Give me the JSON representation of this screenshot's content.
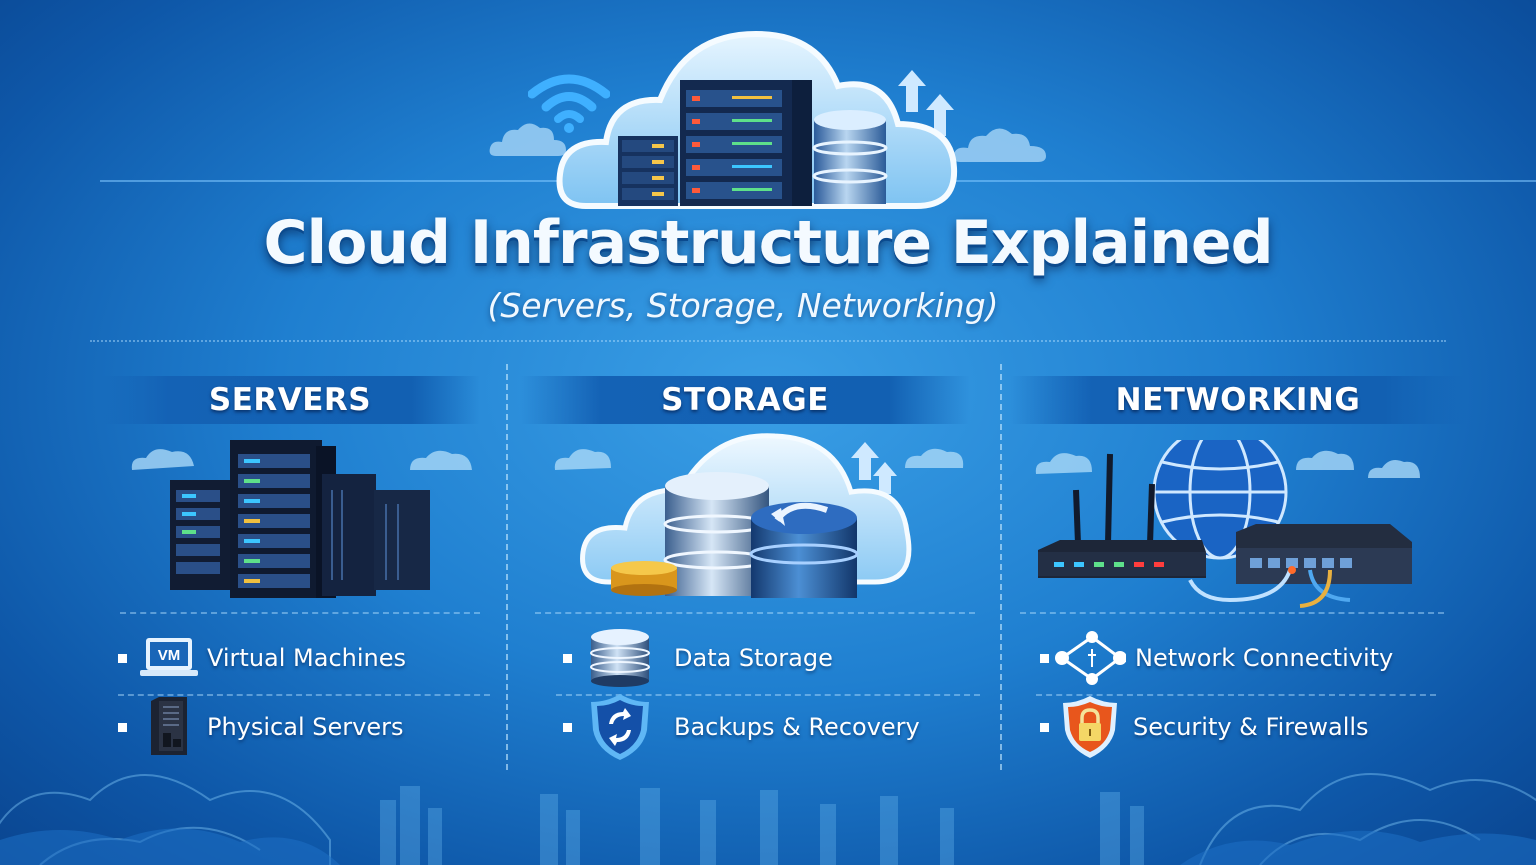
{
  "header": {
    "title": "Cloud Infrastructure Explained",
    "subtitle": "(Servers, Storage, Networking)",
    "hero_icons": [
      "wifi-icon",
      "server-rack-icon",
      "database-icon",
      "upload-arrows-icon",
      "cloud-icon"
    ]
  },
  "columns": [
    {
      "heading": "SERVERS",
      "illustration": "server-racks-icon",
      "items": [
        {
          "label": "Virtual Machines",
          "icon": "vm-laptop-icon",
          "icon_text": "VM"
        },
        {
          "label": "Physical Servers",
          "icon": "tower-server-icon"
        }
      ]
    },
    {
      "heading": "STORAGE",
      "illustration": "cloud-database-icon",
      "items": [
        {
          "label": "Data Storage",
          "icon": "database-icon"
        },
        {
          "label": "Backups & Recovery",
          "icon": "shield-sync-icon"
        }
      ]
    },
    {
      "heading": "NETWORKING",
      "illustration": "router-globe-switch-icon",
      "items": [
        {
          "label": "Network Connectivity",
          "icon": "network-nodes-icon"
        },
        {
          "label": "Security & Firewalls",
          "icon": "shield-lock-icon"
        }
      ]
    }
  ],
  "colors": {
    "background_center": "#3a9fe6",
    "background_edge": "#0a4590",
    "band": "#1462b5",
    "title_text": "#f4faff",
    "shield_orange": "#e8561c",
    "shield_blue": "#1450a8"
  }
}
